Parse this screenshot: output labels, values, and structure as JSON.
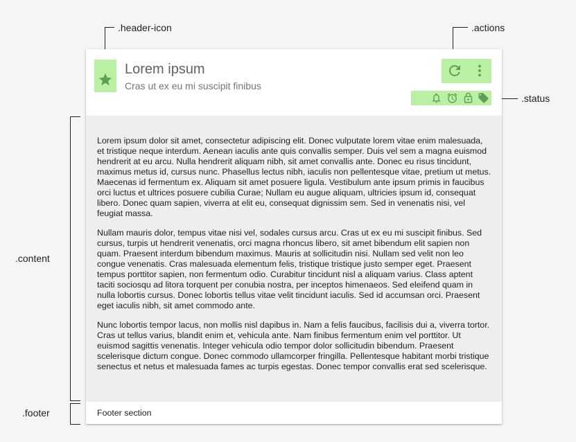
{
  "annotations": {
    "header_icon": ".header-icon",
    "actions": ".actions",
    "status": ".status",
    "content": ".content",
    "footer": ".footer"
  },
  "colors": {
    "highlight": "#b9f0a3",
    "icon": "#5f9e57",
    "content_background": "#eeeeee",
    "page_background": "#f5f5f5"
  },
  "card": {
    "header": {
      "icon": "star-icon",
      "title": "Lorem ipsum",
      "subtitle": "Cras ut ex eu mi suscipit finibus",
      "actions": [
        "refresh-icon",
        "more-vert-icon"
      ],
      "status_icons": [
        "bell-icon",
        "alarm-icon",
        "lock-icon",
        "tag-icon"
      ]
    },
    "content": {
      "paragraphs": [
        "Lorem ipsum dolor sit amet, consectetur adipiscing elit. Donec vulputate lorem vitae enim malesuada, et tristique neque interdum. Aenean iaculis ante quis convallis semper. Duis vel sem a magna euismod hendrerit at eu arcu. Nulla hendrerit aliquam nibh, sit amet convallis ante. Donec eu risus tincidunt, maximus metus id, cursus nunc. Phasellus lectus nibh, iaculis non pellentesque vitae, pretium ut metus. Maecenas id fermentum ex. Aliquam sit amet posuere ligula. Vestibulum ante ipsum primis in faucibus orci luctus et ultrices posuere cubilia Curae; Nullam eu augue aliquam, ultricies ipsum id, consequat libero. Donec quam sapien, viverra at elit eu, consequat dignissim sem. Sed in venenatis nisi, vel feugiat massa.",
        "Nullam mauris dolor, tempus vitae nisi vel, sodales cursus arcu. Cras ut ex eu mi suscipit finibus. Sed cursus, turpis ut hendrerit venenatis, orci magna rhoncus libero, sit amet bibendum elit sapien non quam. Praesent interdum bibendum maximus. Mauris at sollicitudin nisi. Nullam sed velit non leo congue venenatis. Cras malesuada elementum felis, tristique tristique justo semper eget. Praesent tempus porttitor sapien, non fermentum odio. Curabitur tincidunt nisl a aliquam varius. Class aptent taciti sociosqu ad litora torquent per conubia nostra, per inceptos himenaeos. Sed eleifend quam in nulla lobortis cursus. Donec lobortis tellus vitae velit tincidunt iaculis. Sed id accumsan orci. Praesent eget iaculis nibh, sit amet commodo ante.",
        "Nunc lobortis tempor lacus, non mollis nisl dapibus in. Nam a felis faucibus, facilisis dui a, viverra tortor. Cras ut tellus varius, blandit enim et, vehicula ante. Nam finibus fermentum enim vel porttitor. Ut euismod sagittis venenatis. Integer vehicula odio tempor dolor sollicitudin bibendum. Praesent scelerisque dictum congue. Donec commodo ullamcorper fringilla. Pellentesque habitant morbi tristique senectus et netus et malesuada fames ac turpis egestas. Donec tempor convallis erat sed scelerisque."
      ]
    },
    "footer": {
      "text": "Footer section"
    }
  }
}
